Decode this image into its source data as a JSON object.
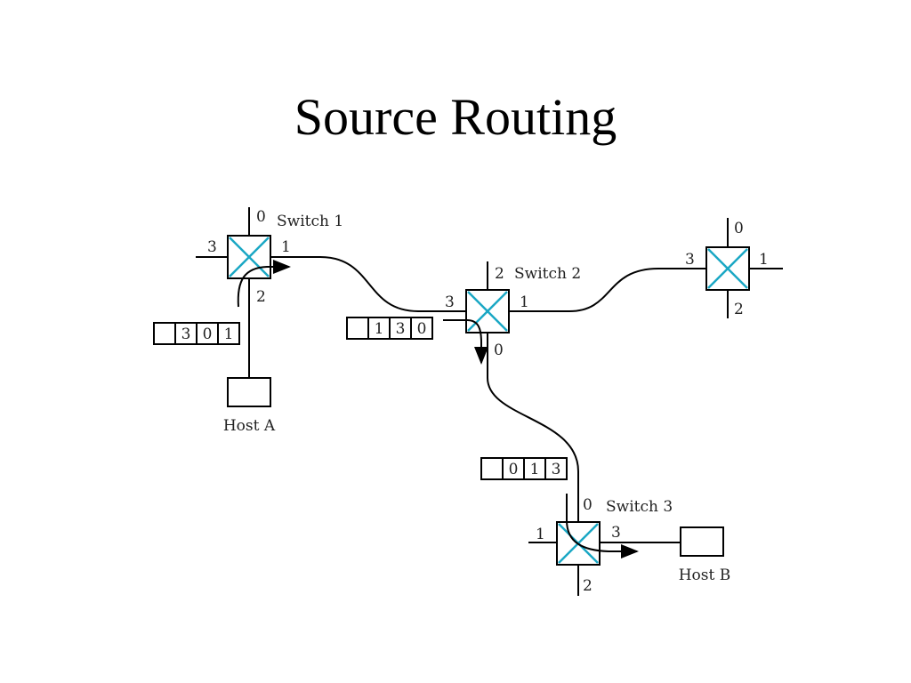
{
  "title": "Source Routing",
  "colors": {
    "switch_cross": "#1aa7c4",
    "line": "#000000"
  },
  "switches": [
    {
      "name": "Switch 1",
      "ports": [
        "0",
        "1",
        "2",
        "3"
      ]
    },
    {
      "name": "Switch 2",
      "ports": [
        "0",
        "1",
        "2",
        "3"
      ]
    },
    {
      "name": "",
      "ports": [
        "0",
        "1",
        "2",
        "3"
      ]
    },
    {
      "name": "Switch 3",
      "ports": [
        "0",
        "1",
        "2",
        "3"
      ]
    }
  ],
  "hosts": [
    "Host A",
    "Host B"
  ],
  "headers": [
    [
      "",
      "3",
      "0",
      "1"
    ],
    [
      "",
      "1",
      "3",
      "0"
    ],
    [
      "",
      "0",
      "1",
      "3"
    ]
  ]
}
